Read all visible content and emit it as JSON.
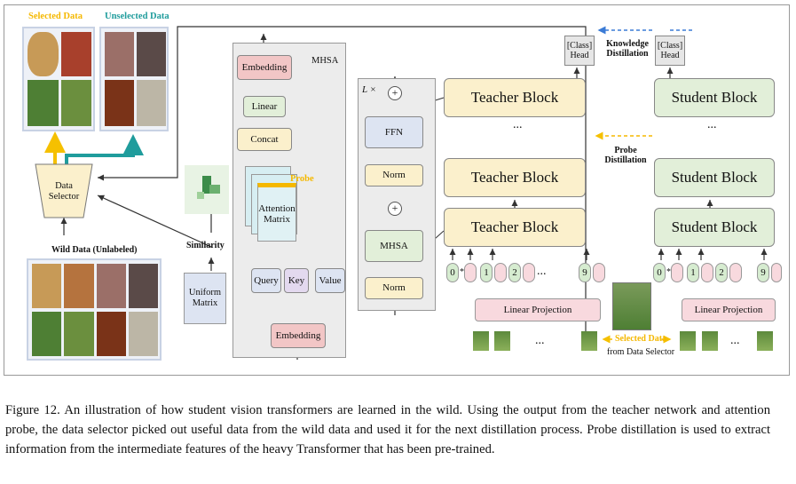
{
  "figure": {
    "selected_data": "Selected Data",
    "unselected_data": "Unselected Data",
    "data_selector_l1": "Data",
    "data_selector_l2": "Selector",
    "wild_data": "Wild Data (Unlabeled)",
    "similarity": "Similarity",
    "uniform_l1": "Uniform",
    "uniform_l2": "Matrix",
    "mhsa_title": "MHSA",
    "embedding_top": "Embedding",
    "linear": "Linear",
    "concat": "Concat",
    "probe": "Probe",
    "attn_l1": "Attention",
    "attn_l2": "Matrix",
    "query": "Query",
    "key": "Key",
    "value": "Value",
    "embedding_bottom": "Embedding",
    "lx": "L ×",
    "ffn": "FFN",
    "norm": "Norm",
    "mhsa_inner": "MHSA",
    "plus": "+",
    "teacher_block": "Teacher Block",
    "student_block": "Student Block",
    "dots": "...",
    "class_head_l1": "[Class]",
    "class_head_l2": "Head",
    "knowledge_l1": "Knowledge",
    "knowledge_l2": "Distillation",
    "probe_dist_l1": "Probe",
    "probe_dist_l2": "Distillation",
    "linear_projection": "Linear Projection",
    "tok0": "0",
    "star": "*",
    "tok1": "1",
    "tok2": "2",
    "tok9": "9",
    "sel_from_l1": "Selected Data",
    "sel_from_l2": "from Data Selector",
    "colors": {
      "teacher": "#fbf0cc",
      "student": "#e2efd9",
      "selected_arrow": "#f5c000",
      "unselected_arrow": "#1f9c9c",
      "probe": "#f5b800"
    }
  },
  "caption": "Figure 12. An illustration of how student vision transformers are learned in the wild. Using the output from the teacher network and attention probe, the data selector picked out useful data from the wild data and used it for the next distillation process. Probe distillation is used to extract information from the intermediate features of the heavy Transformer that has been pre-trained."
}
